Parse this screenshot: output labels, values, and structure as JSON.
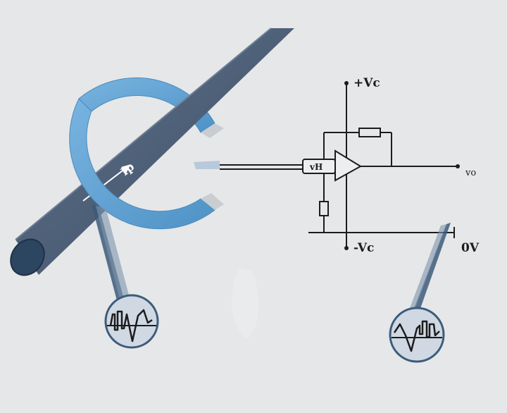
{
  "diagram": {
    "labels": {
      "supply_positive": "+Vc",
      "supply_negative": "-Vc",
      "ground": "0V",
      "output": "vo",
      "hall_sensor": "vH",
      "primary_current": "Ip"
    },
    "colors": {
      "background": "#e6e7e8",
      "core_ring": "#5d9fd0",
      "core_edge": "#4b8bbd",
      "conductor": "#4b5d73",
      "conductor_end": "#2c4661",
      "wire": "#1c1c1c",
      "magnifier_fill": "#cfd8e3",
      "magnifier_edge": "#3d5b7a"
    }
  }
}
